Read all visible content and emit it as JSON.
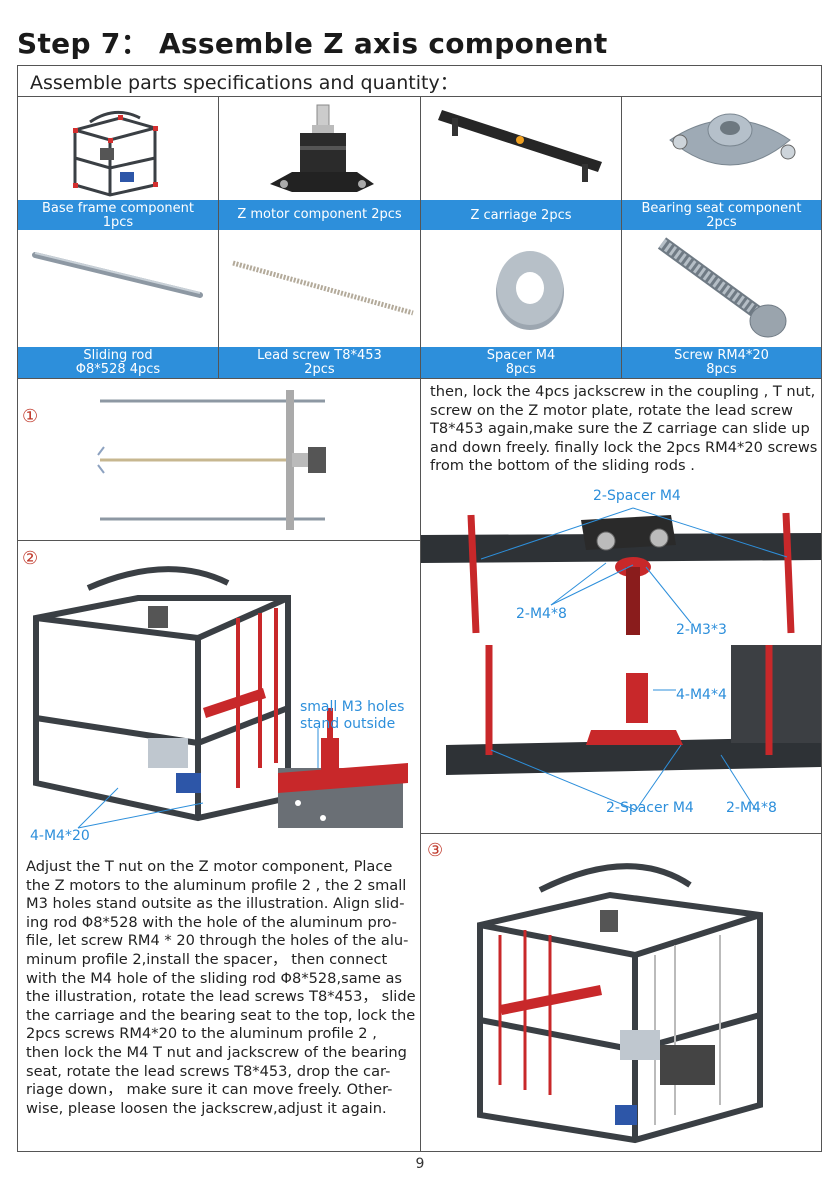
{
  "title": "Step 7： Assemble Z axis component",
  "subtitle": "Assemble parts specifications and quantity：",
  "parts_row1": [
    {
      "line1": "Base frame component",
      "line2": "1pcs"
    },
    {
      "line1": "Z motor component 2pcs",
      "line2": ""
    },
    {
      "line1": "Z carriage  2pcs",
      "line2": ""
    },
    {
      "line1": "Bearing seat component",
      "line2": "2pcs"
    }
  ],
  "parts_row2": [
    {
      "line1": "Sliding rod",
      "line2": "Φ8*528 4pcs"
    },
    {
      "line1": "Lead screw T8*453",
      "line2": "2pcs"
    },
    {
      "line1": "Spacer M4",
      "line2": "8pcs"
    },
    {
      "line1": "Screw RM4*20",
      "line2": "8pcs"
    }
  ],
  "step_numbers": [
    "①",
    "②",
    "③"
  ],
  "right_text": [
    "then, lock the 4pcs jackscrew in the coupling , T nut,",
    "screw on the Z motor plate, rotate the lead screw",
    "T8*453 again,make sure the Z carriage can slide up",
    "and down freely. finally lock the 2pcs RM4*20 screws",
    "from the bottom of the sliding rods ."
  ],
  "labels": {
    "small_holes_1": "small M3 holes",
    "small_holes_2": "stand outside",
    "m4_20": "4-M4*20",
    "spacer_top": "2-Spacer M4",
    "m4_8_top": "2-M4*8",
    "m3_3": "2-M3*3",
    "m4_4": "4-M4*4",
    "spacer_bottom": "2-Spacer M4",
    "m4_8_bottom": "2-M4*8"
  },
  "left_text": [
    "Adjust the T nut on the Z motor component, Place",
    "the Z motors to the aluminum profile 2 , the 2 small",
    "M3 holes stand outsite as the illustration. Align slid-",
    "ing rod Φ8*528 with the hole of the aluminum pro-",
    "file, let screw RM4 * 20 through the holes of the alu-",
    "minum profile 2,install the spacer， then connect",
    "with the M4 hole of the sliding rod Φ8*528,same as",
    "the illustration, rotate the lead screws T8*453， slide",
    "the carriage and the bearing seat to the top, lock the",
    "2pcs screws RM4*20 to the aluminum profile 2 ,",
    "then lock the M4 T nut and jackscrew of the bearing",
    "seat, rotate the lead screws T8*453, drop the car-",
    "riage down， make sure it can move freely. Other-",
    "wise, please loosen the jackscrew,adjust it again."
  ],
  "page_number": "9",
  "colors": {
    "caption_blue": "#2d8fdb",
    "step_red": "#c0392b",
    "part_red": "#c8282a",
    "frame_dark": "#3a3f44"
  }
}
